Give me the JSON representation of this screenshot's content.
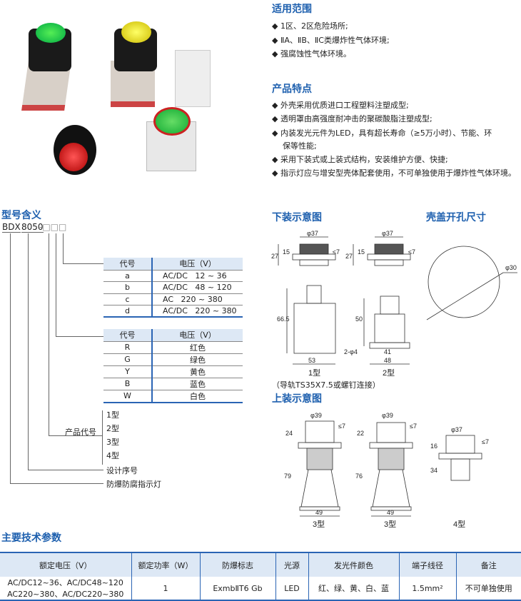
{
  "scope": {
    "title": "适用范围",
    "items": [
      "1区、2区危险场所;",
      "ⅡA、ⅡB、ⅡC类爆炸性气体环境;",
      "强腐蚀性气体环境。"
    ]
  },
  "features": {
    "title": "产品特点",
    "items": [
      "外壳采用优质进口工程塑料注塑成型;",
      "透明罩由高强度耐冲击的聚碳酸脂注塑成型;",
      "内装发光元件为LED，具有超长寿命（≥5万小时）、节能、环",
      "保等性能;",
      "采用下装式或上装式结构，安装维护方便、快捷;",
      "指示灯应与增安型壳体配套使用，不可单独使用于爆炸性气体环境。"
    ]
  },
  "model": {
    "title": "型号含义",
    "prefix": "BDX",
    "series": "8050",
    "dash": "-□□□",
    "voltage_table": {
      "headers": [
        "代号",
        "电压（V）"
      ],
      "rows": [
        [
          "a",
          "AC/DC   12 ~ 36"
        ],
        [
          "b",
          "AC/DC   48 ~ 120"
        ],
        [
          "c",
          "AC   220 ~ 380"
        ],
        [
          "d",
          "AC/DC   220 ~ 380"
        ]
      ]
    },
    "color_table": {
      "headers": [
        "代号",
        "电压（V）"
      ],
      "rows": [
        [
          "R",
          "红色"
        ],
        [
          "G",
          "绿色"
        ],
        [
          "Y",
          "黄色"
        ],
        [
          "B",
          "蓝色"
        ],
        [
          "W",
          "白色"
        ]
      ]
    },
    "types": [
      "1型",
      "2型",
      "3型",
      "4型"
    ],
    "type_label": "产品代号",
    "design_label": "设计序号",
    "product_label": "防爆防腐指示灯"
  },
  "bottom_mount": {
    "title": "下装示意图",
    "type1": {
      "dia": "φ37",
      "t": "≤7",
      "h1": "27",
      "h2": "15",
      "h3": "66.5",
      "w": "53",
      "label": "1型"
    },
    "type2": {
      "dia": "φ37",
      "t": "≤7",
      "h1": "27",
      "h2": "15",
      "h3": "50",
      "hole": "2-φ4",
      "w1": "41",
      "w2": "48",
      "label": "2型"
    },
    "note": "（导轨TS35X7.5或螺钉连接）"
  },
  "cutout": {
    "title": "壳盖开孔尺寸",
    "dia": "φ30"
  },
  "top_mount": {
    "title": "上装示意图",
    "a": {
      "dia": "φ39",
      "t": "≤7",
      "h1": "24",
      "h2": "79",
      "w": "49",
      "label": "3型"
    },
    "b": {
      "dia": "φ39",
      "t": "≤7",
      "h1": "22",
      "h2": "76",
      "w": "49",
      "label": "3型"
    },
    "c": {
      "dia": "φ37",
      "t": "≤7",
      "h1": "16",
      "h2": "34",
      "label": "4型"
    }
  },
  "specs": {
    "title": "主要技术参数",
    "headers": [
      "额定电压（V）",
      "额定功率（W）",
      "防爆标志",
      "光源",
      "发光件颜色",
      "端子线径",
      "备注"
    ],
    "row": {
      "voltage1": "AC/DC12~36、AC/DC48~120",
      "voltage2": "AC220~380、AC/DC220~380",
      "power": "1",
      "mark": "ExmbⅡT6  Gb",
      "source": "LED",
      "colors": "红、绿、黄、白、蓝",
      "wire": "1.5mm²",
      "note": "不可单独使用"
    }
  },
  "colors": {
    "accent": "#1d5fae",
    "header_bg": "#dde8f5"
  }
}
